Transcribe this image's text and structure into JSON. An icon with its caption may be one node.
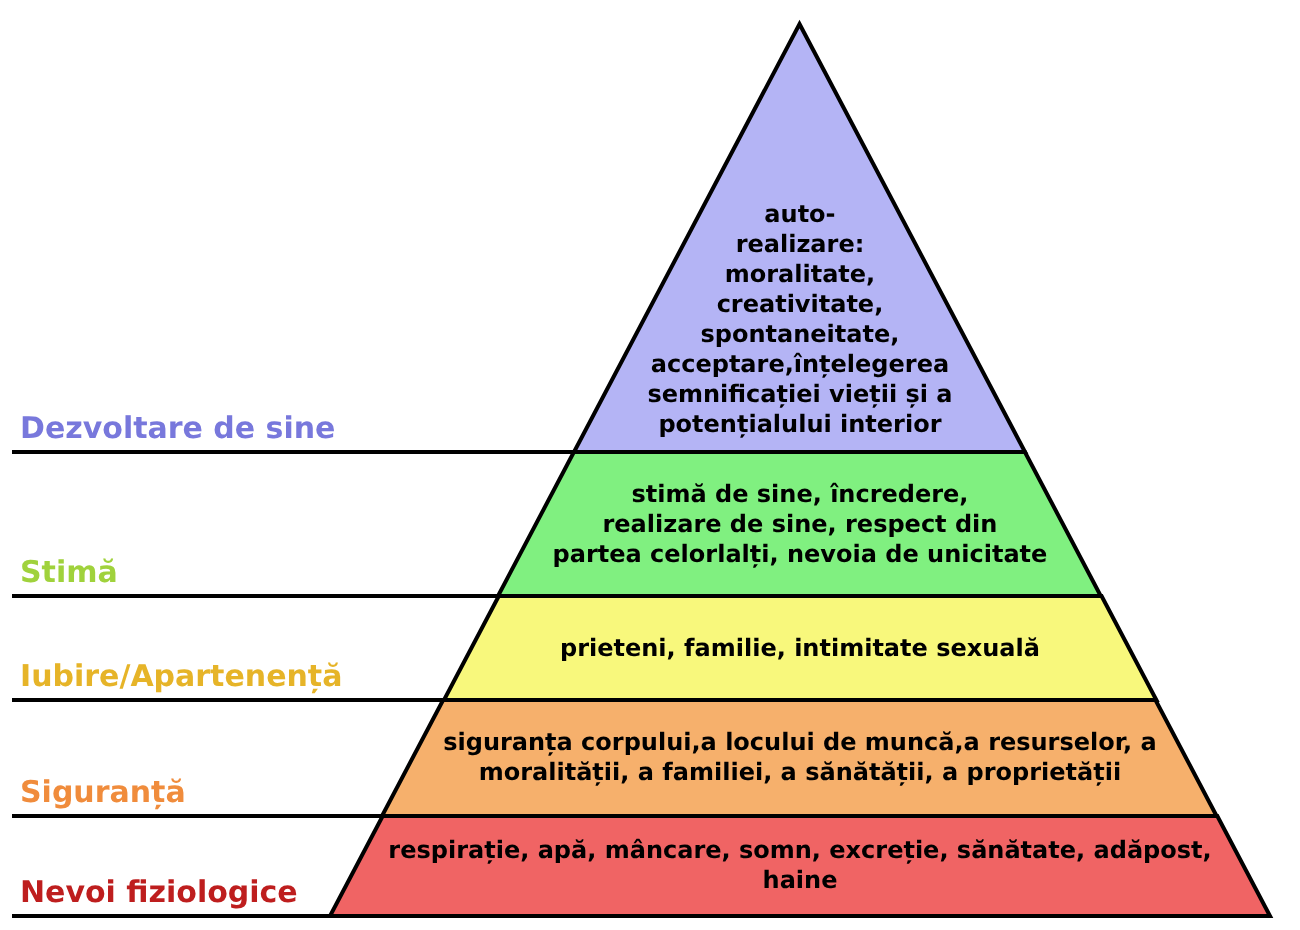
{
  "diagram": {
    "nodes": [
      {
        "text": [
          "auto- realizare: moralitate, creativitate, spontaneitate, acceptare,înțelegerea semnificației vieții și a potențialului interior"
        ]
      },
      {
        "text": [
          "stimă de sine, încredere, realizare de sine, respect din partea celorlalți, nevoia de unicitate"
        ]
      },
      {
        "text": [
          "prieteni, familie, intimitate sexuală"
        ]
      },
      {
        "text": [
          "siguranța corpului,a locului de muncă,a resurselor, a moralității, a familiei, a sănătății, a proprietății"
        ]
      },
      {
        "text": [
          "respirație, apă, mâncare, somn, excreție, sănătate, adăpost, haine"
        ]
      }
    ],
    "labels": [
      "Dezvoltare de sine",
      "Stimă",
      "Iubire/Apartenență",
      "Siguranță",
      "Nevoi fiziologice"
    ]
  }
}
